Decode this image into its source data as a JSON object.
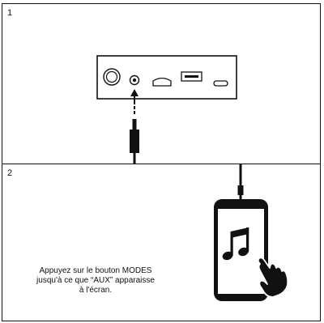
{
  "panels": [
    {
      "number": "1"
    },
    {
      "number": "2",
      "caption_lines": [
        "Appuyez sur le bouton MODES",
        "jusqu'à ce que “AUX” apparaisse",
        "à l'écran."
      ]
    }
  ],
  "icons": {
    "ports": [
      "round-button-icon",
      "aux-jack-port-icon",
      "sd-card-slot-icon",
      "usb-a-port-icon",
      "usb-c-port-icon"
    ],
    "phone_screen": "music-note-icon",
    "gesture": "pointing-hand-icon"
  }
}
